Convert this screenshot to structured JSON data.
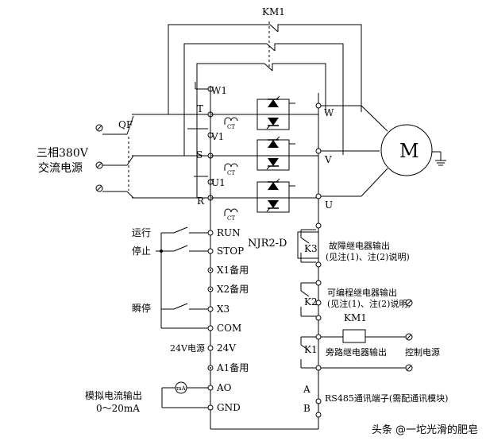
{
  "contactor": {
    "label": "KM1"
  },
  "breaker": {
    "label": "QF"
  },
  "power_source": {
    "line1": "三相380V",
    "line2": "交流电源"
  },
  "motor": {
    "label": "M"
  },
  "drive": {
    "model": "NJR2-D"
  },
  "input_terminals": {
    "t": "T",
    "s": "S",
    "r": "R"
  },
  "bypass_terminals": {
    "w1": "W1",
    "v1": "V1",
    "u1": "U1"
  },
  "output_terminals": {
    "w": "W",
    "v": "V",
    "u": "U"
  },
  "ct_label": "CT",
  "control_terminals": {
    "run": "RUN",
    "stop": "STOP",
    "x1": "X1备用",
    "x2": "X2备用",
    "x3": "X3",
    "com": "COM",
    "v24": "24V",
    "a1": "A1备用",
    "ao": "AO",
    "gnd": "GND"
  },
  "control_labels": {
    "run": "运行",
    "stop": "停止",
    "jog": "瞬停",
    "v24_source": "24V电源",
    "analog_line1": "模拟电流输出",
    "analog_line2": "0～20mA",
    "meter": "mA"
  },
  "relays": {
    "k3": "K3",
    "k2": "K2",
    "k1": "K1",
    "k3_line1": "故障继电器输出",
    "k3_line2": "(见注(1)、注(2)说明)",
    "k2_line1": "可编程继电器输出",
    "k2_line2": "(见注(1)、注(2)说明)",
    "km1_coil": "KM1",
    "k1_desc": "旁路继电器输出",
    "control_power": "控制电源"
  },
  "comm": {
    "a": "A",
    "b": "B",
    "desc": "RS485通讯端子(需配通讯模块)"
  },
  "watermark": "头条 @一坨光滑的肥皂"
}
